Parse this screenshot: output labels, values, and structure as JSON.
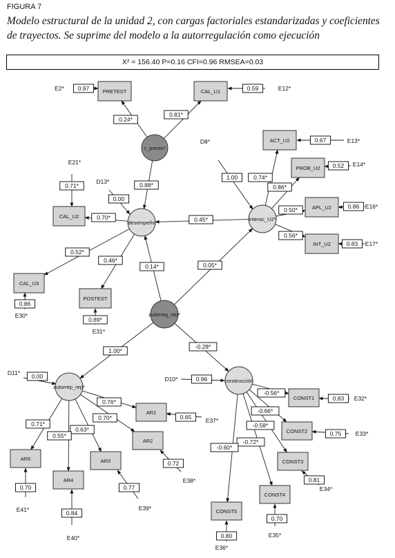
{
  "figure": {
    "label": "FIGURA 7",
    "caption": "Modelo estructural de la unidad 2, con cargas factoriales estandarizadas y coeficientes de trayectos. Se suprime del modelo a la autorregulación como ejecución",
    "stats": "X² = 156.40 P=0.16 CFI=0.96 RMSEA=0.03"
  },
  "nodes": [
    {
      "id": "c_previo",
      "label": "c_previo*",
      "type": "latent",
      "shade": "dark"
    },
    {
      "id": "desempeno",
      "label": "desempeño",
      "type": "latent",
      "shade": "light"
    },
    {
      "id": "interac",
      "label": "interac_U2*",
      "type": "latent",
      "shade": "light"
    },
    {
      "id": "autorreg_rep1",
      "label": "autorreg_rep*",
      "type": "latent",
      "shade": "dark"
    },
    {
      "id": "autorreg_rep2",
      "label": "autorrep_rep*",
      "type": "latent",
      "shade": "light"
    },
    {
      "id": "construccion",
      "label": "construcción",
      "type": "latent",
      "shade": "light"
    },
    {
      "id": "PRETEST",
      "label": "PRETEST",
      "type": "observed"
    },
    {
      "id": "CAL_U1",
      "label": "CAL_U1",
      "type": "observed"
    },
    {
      "id": "CAL_U2",
      "label": "CAL_U2",
      "type": "observed"
    },
    {
      "id": "CAL_U3",
      "label": "CAL_U3",
      "type": "observed"
    },
    {
      "id": "POSTEST",
      "label": "POSTEST",
      "type": "observed"
    },
    {
      "id": "ACT_U2",
      "label": "ACT_U2",
      "type": "observed"
    },
    {
      "id": "PROB_U2",
      "label": "PROB_U2",
      "type": "observed"
    },
    {
      "id": "APL_U2",
      "label": "APL_U2",
      "type": "observed"
    },
    {
      "id": "INT_U2",
      "label": "INT_U2",
      "type": "observed"
    },
    {
      "id": "AR1",
      "label": "AR1",
      "type": "observed"
    },
    {
      "id": "AR2",
      "label": "AR2",
      "type": "observed"
    },
    {
      "id": "AR3",
      "label": "AR3",
      "type": "observed"
    },
    {
      "id": "AR4",
      "label": "AR4",
      "type": "observed"
    },
    {
      "id": "AR5",
      "label": "AR5",
      "type": "observed"
    },
    {
      "id": "CONST1",
      "label": "CONST1",
      "type": "observed"
    },
    {
      "id": "CONST2",
      "label": "CONST2",
      "type": "observed"
    },
    {
      "id": "CONST3",
      "label": "CONST3",
      "type": "observed"
    },
    {
      "id": "CONST4",
      "label": "CONST4",
      "type": "observed"
    },
    {
      "id": "CONST5",
      "label": "CONST5",
      "type": "observed"
    }
  ],
  "paths": [
    {
      "from": "c_previo",
      "to": "PRETEST",
      "coef": "0.24*"
    },
    {
      "from": "c_previo",
      "to": "CAL_U1",
      "coef": "0.81*"
    },
    {
      "from": "c_previo",
      "to": "desempeno",
      "coef": "0.88*"
    },
    {
      "from": "desempeno",
      "to": "CAL_U2",
      "coef": "0.70*"
    },
    {
      "from": "desempeno",
      "to": "CAL_U3",
      "coef": "0.52*"
    },
    {
      "from": "desempeno",
      "to": "POSTEST",
      "coef": "0.46*"
    },
    {
      "from": "interac",
      "to": "desempeno",
      "coef": "0.45*"
    },
    {
      "from": "interac",
      "to": "ACT_U2",
      "coef": "0.74*"
    },
    {
      "from": "interac",
      "to": "PROB_U2",
      "coef": "0.86*"
    },
    {
      "from": "interac",
      "to": "APL_U2",
      "coef": "0.50*"
    },
    {
      "from": "interac",
      "to": "INT_U2",
      "coef": "0.56*"
    },
    {
      "from": "autorreg_rep1",
      "to": "desempeno",
      "coef": "0.14*"
    },
    {
      "from": "autorreg_rep1",
      "to": "interac",
      "coef": "0.05*"
    },
    {
      "from": "autorreg_rep1",
      "to": "autorreg_rep2",
      "coef": "1.00*"
    },
    {
      "from": "autorreg_rep1",
      "to": "construccion",
      "coef": "-0.28*"
    },
    {
      "from": "autorreg_rep2",
      "to": "AR1",
      "coef": "0.76*"
    },
    {
      "from": "autorreg_rep2",
      "to": "AR2",
      "coef": "0.70*"
    },
    {
      "from": "autorreg_rep2",
      "to": "AR3",
      "coef": "0.63*"
    },
    {
      "from": "autorreg_rep2",
      "to": "AR4",
      "coef": "0.55*"
    },
    {
      "from": "autorreg_rep2",
      "to": "AR5",
      "coef": "0.71*"
    },
    {
      "from": "construccion",
      "to": "CONST1",
      "coef": "-0.56*"
    },
    {
      "from": "construccion",
      "to": "CONST2",
      "coef": "-0.66*"
    },
    {
      "from": "construccion",
      "to": "CONST3",
      "coef": "-0.58*"
    },
    {
      "from": "construccion",
      "to": "CONST4",
      "coef": "-0.72*"
    },
    {
      "from": "construccion",
      "to": "CONST5",
      "coef": "-0.60*"
    }
  ],
  "errors": [
    {
      "label": "E2*",
      "to": "PRETEST",
      "coef": "0.97"
    },
    {
      "label": "E12*",
      "to": "CAL_U1",
      "coef": "0.59"
    },
    {
      "label": "E21*",
      "to": "CAL_U2",
      "coef": "0.71*"
    },
    {
      "label": "E30*",
      "to": "CAL_U3",
      "coef": "0.86"
    },
    {
      "label": "E31*",
      "to": "POSTEST",
      "coef": "0.89*"
    },
    {
      "label": "E13*",
      "to": "ACT_U2",
      "coef": "0.67"
    },
    {
      "label": "E14*",
      "to": "PROB_U2",
      "coef": "0.52"
    },
    {
      "label": "E16*",
      "to": "APL_U2",
      "coef": "0.86"
    },
    {
      "label": "E17*",
      "to": "INT_U2",
      "coef": "0.83"
    },
    {
      "label": "E37*",
      "to": "AR1",
      "coef": "0.65"
    },
    {
      "label": "E38*",
      "to": "AR2",
      "coef": "0.72"
    },
    {
      "label": "E39*",
      "to": "AR3",
      "coef": "0.77"
    },
    {
      "label": "E40*",
      "to": "AR4",
      "coef": "0.84"
    },
    {
      "label": "E41*",
      "to": "AR5",
      "coef": "0.70"
    },
    {
      "label": "E32*",
      "to": "CONST1",
      "coef": "0.83"
    },
    {
      "label": "E33*",
      "to": "CONST2",
      "coef": "0.75"
    },
    {
      "label": "E34*",
      "to": "CONST3",
      "coef": "0.81"
    },
    {
      "label": "E35*",
      "to": "CONST4",
      "coef": "0.70"
    },
    {
      "label": "E36*",
      "to": "CONST5",
      "coef": "0.80"
    },
    {
      "label": "D13*",
      "to": "desempeno",
      "coef": "0.00"
    },
    {
      "label": "D8*",
      "to": "interac",
      "coef": "1.00"
    },
    {
      "label": "D11*",
      "to": "autorreg_rep2",
      "coef": "0.00"
    },
    {
      "label": "D10*",
      "to": "construccion",
      "coef": "0.96"
    }
  ],
  "colors": {
    "observed_fill": "#d4d4d4",
    "latent_dark": "#8a8a8a",
    "latent_light": "#dcdcdc",
    "stroke": "#222222"
  }
}
